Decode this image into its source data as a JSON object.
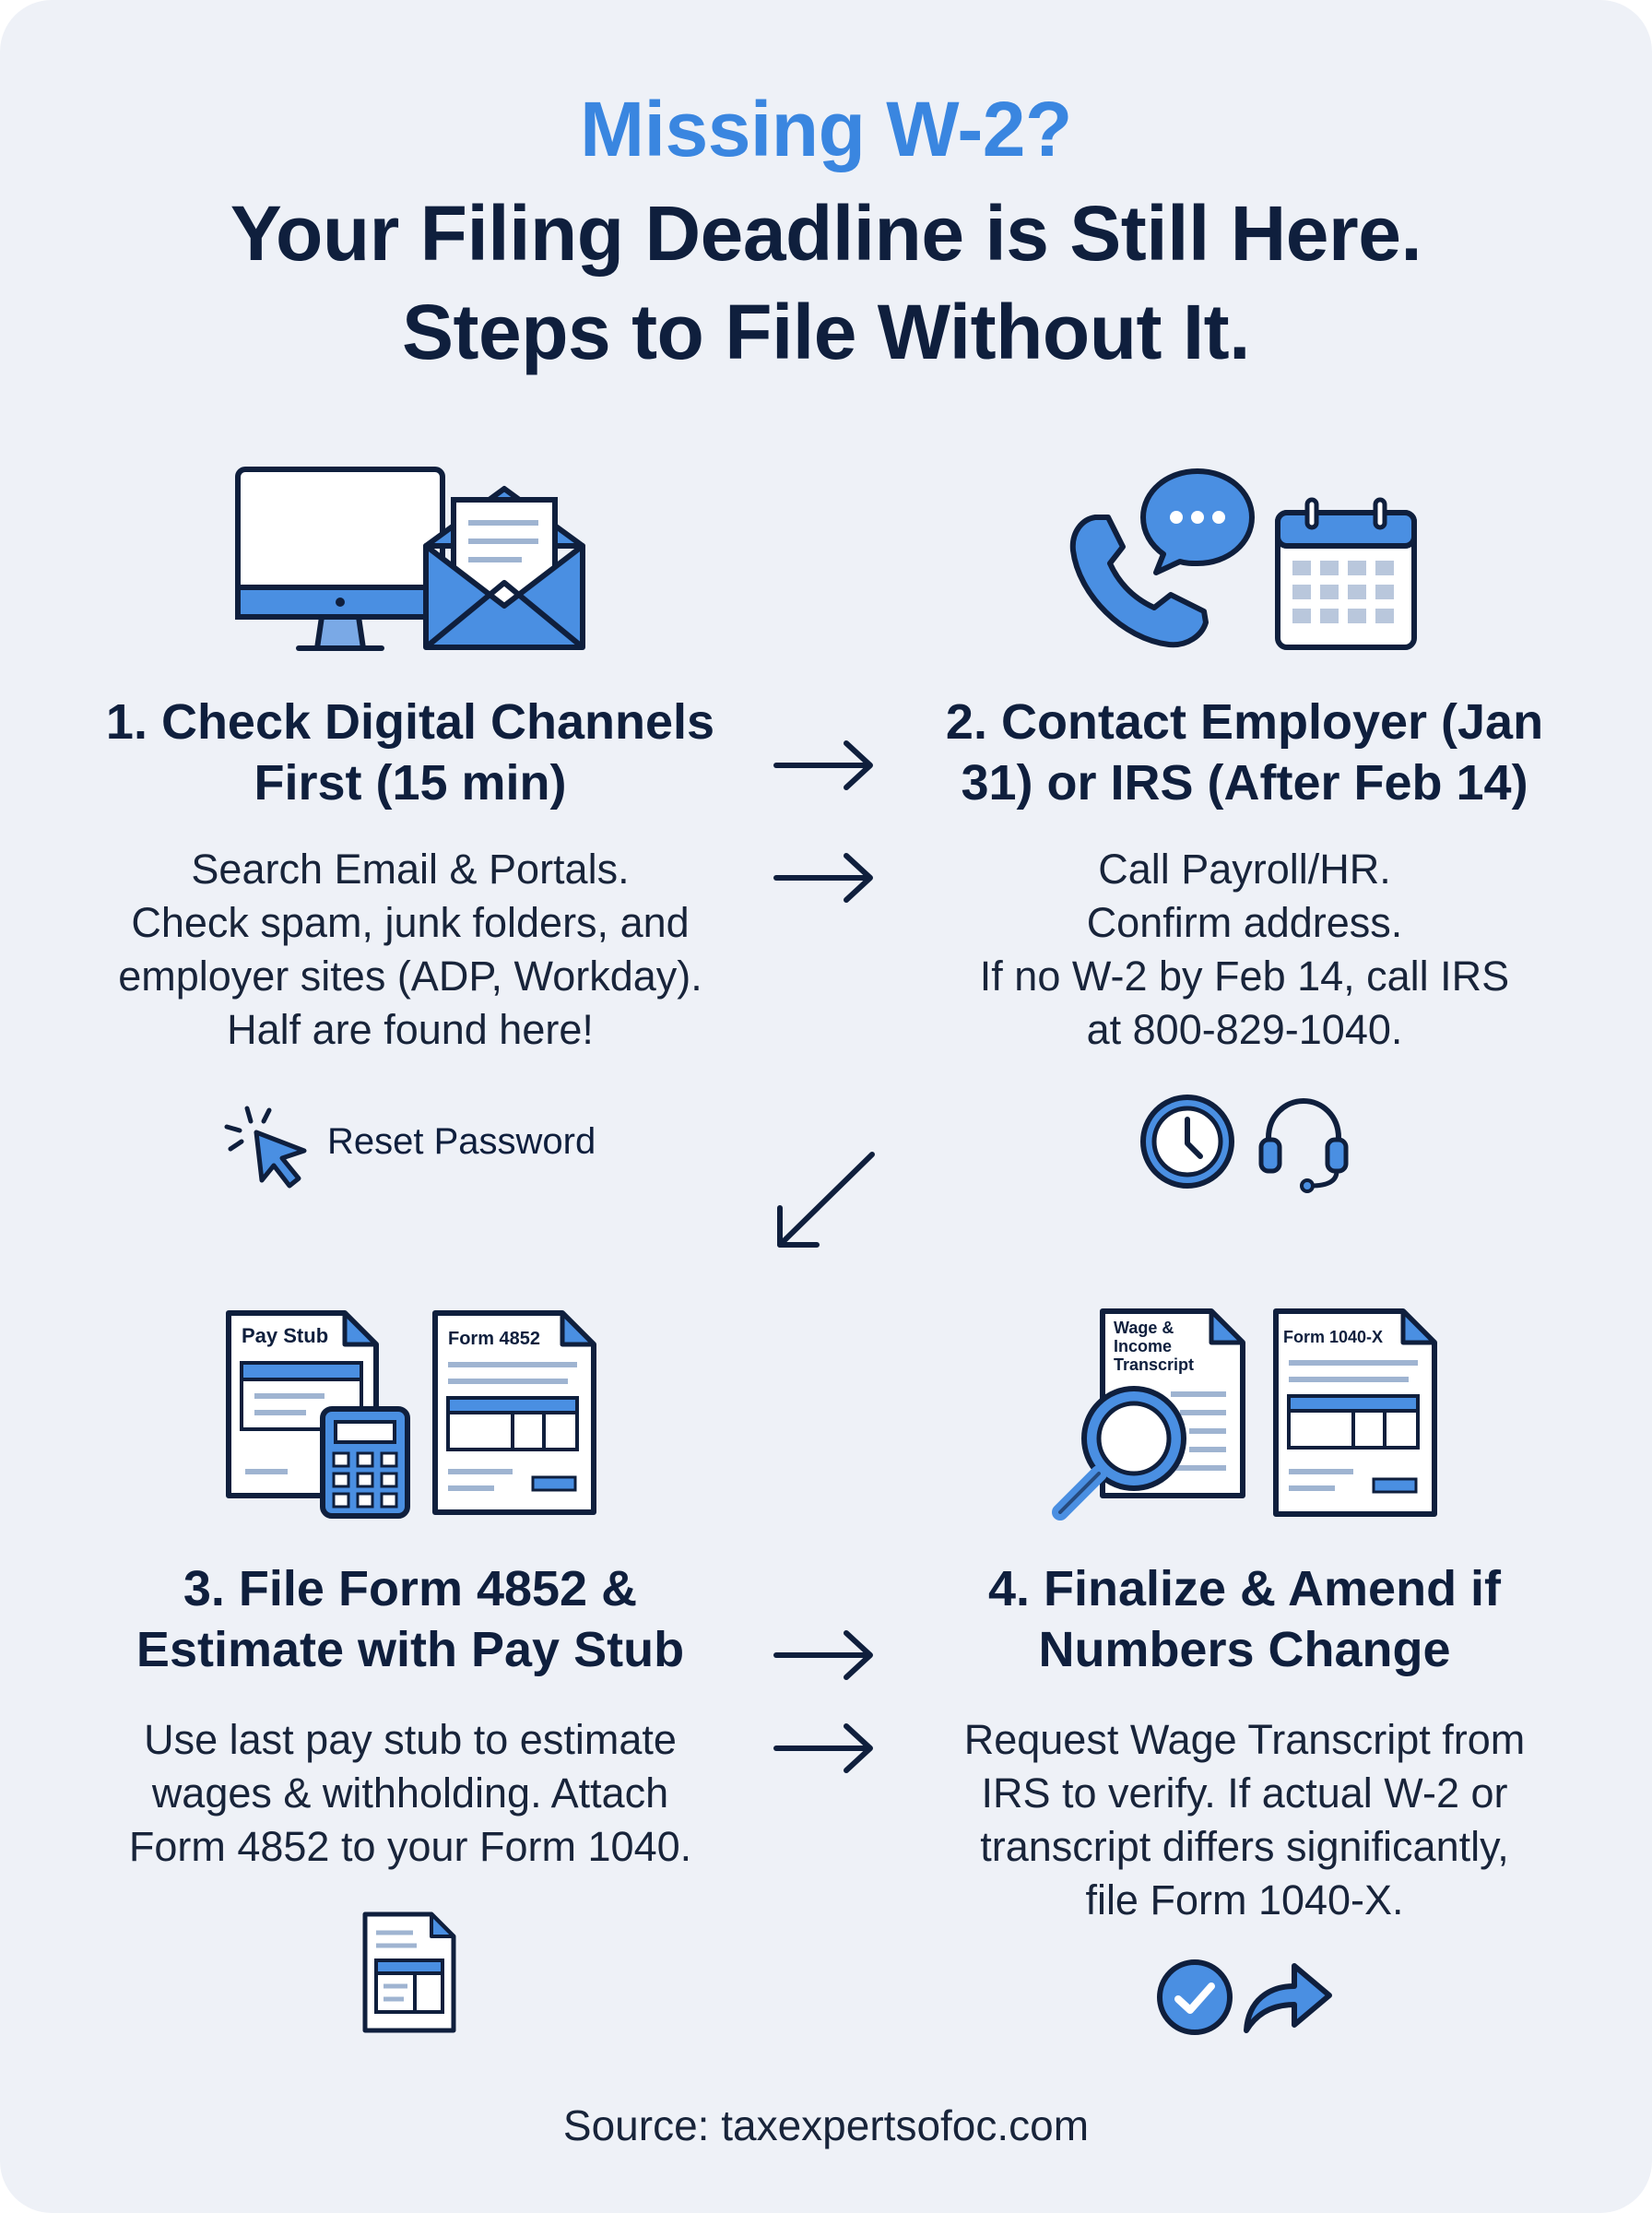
{
  "header": {
    "line1": "Missing W-2?",
    "line2": "Your Filing Deadline is Still Here.",
    "line3": "Steps to File Without It."
  },
  "steps": [
    {
      "title_lines": [
        "1. Check Digital Channels",
        "First (15 min)"
      ],
      "body_lines": [
        "Search Email & Portals.",
        "Check spam, junk folders, and",
        "employer sites (ADP, Workday).",
        "Half are found here!"
      ],
      "extra_label": "Reset Password",
      "icons": [
        "computer-monitor-icon",
        "envelope-letter-icon",
        "cursor-click-icon"
      ]
    },
    {
      "title_lines": [
        "2. Contact Employer (Jan",
        "31) or IRS (After Feb 14)"
      ],
      "body_lines": [
        "Call Payroll/HR.",
        "Confirm address.",
        "If no W-2 by Feb 14, call IRS",
        "at 800-829-1040."
      ],
      "icons": [
        "phone-icon",
        "chat-bubble-icon",
        "calendar-icon",
        "clock-icon",
        "headset-icon"
      ]
    },
    {
      "title_lines": [
        "3. File Form 4852 &",
        "Estimate with Pay Stub"
      ],
      "body_lines": [
        "Use last pay stub to estimate",
        "wages & withholding. Attach",
        "Form 4852 to your Form 1040."
      ],
      "doc_labels": [
        "Pay Stub",
        "Form 4852"
      ],
      "icons": [
        "pay-stub-document-icon",
        "calculator-icon",
        "form-document-icon",
        "small-form-icon"
      ]
    },
    {
      "title_lines": [
        "4. Finalize & Amend if",
        "Numbers Change"
      ],
      "body_lines": [
        "Request Wage Transcript from",
        "IRS to verify. If actual W-2 or",
        "transcript differs significantly,",
        "file Form 1040-X."
      ],
      "doc_labels": [
        "Wage &",
        "Income",
        "Transcript",
        "Form 1040-X"
      ],
      "icons": [
        "transcript-document-icon",
        "magnifier-icon",
        "form-document-icon",
        "check-circle-icon",
        "forward-arrow-icon"
      ]
    }
  ],
  "footer": {
    "source": "Source: taxexpertsofoc.com"
  },
  "colors": {
    "accent": "#3a86e0",
    "dark": "#0f1f3d",
    "background": "#eef1f7",
    "icon_fill": "#4a8fe2"
  }
}
